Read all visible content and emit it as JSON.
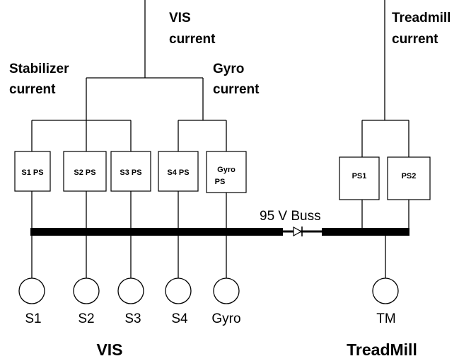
{
  "labels": {
    "vis_current": [
      "VIS",
      "current"
    ],
    "treadmill_current": [
      "Treadmill",
      "current"
    ],
    "stabilizer_current": [
      "Stabilizer",
      "current"
    ],
    "gyro_current": [
      "Gyro",
      "current"
    ],
    "bus": "95 V Buss"
  },
  "power_supplies": {
    "s1": "S1 PS",
    "s2": "S2 PS",
    "s3": "S3 PS",
    "s4": "S4 PS",
    "gyro": [
      "Gyro",
      "PS"
    ],
    "ps1": "PS1",
    "ps2": "PS2"
  },
  "motors": {
    "s1": "S1",
    "s2": "S2",
    "s3": "S3",
    "s4": "S4",
    "gyro": "Gyro",
    "tm": "TM"
  },
  "titles": {
    "vis": "VIS",
    "treadmill": "TreadMill"
  }
}
